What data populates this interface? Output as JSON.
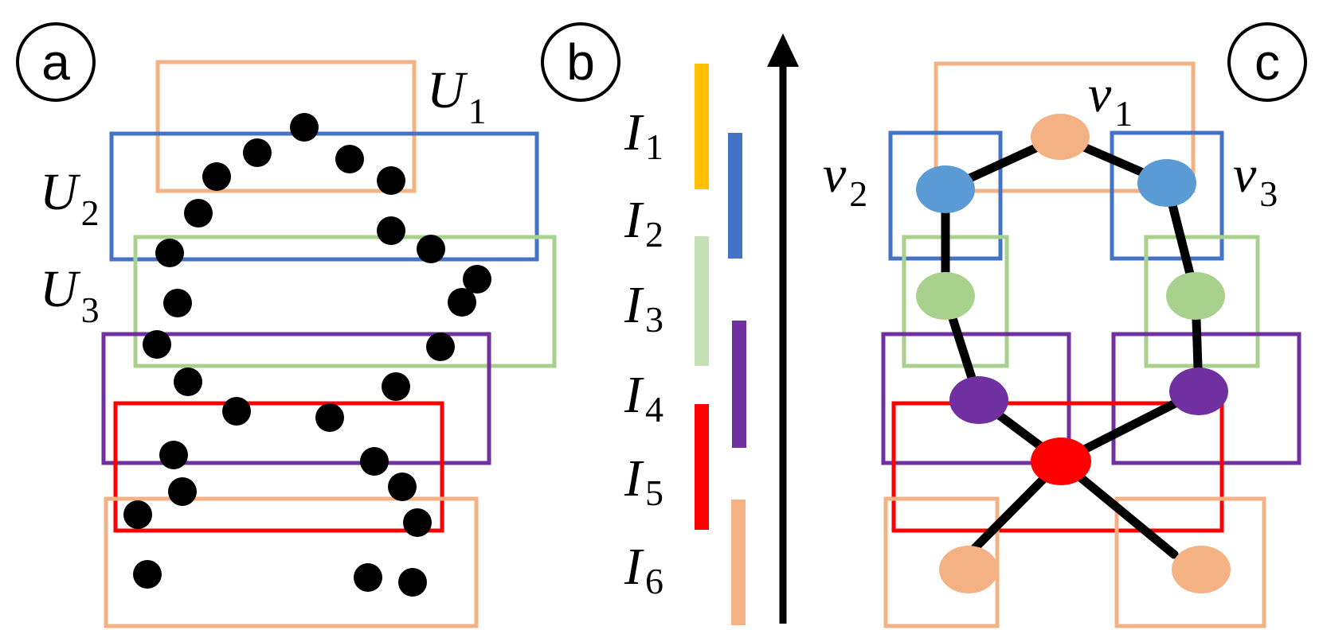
{
  "panels": {
    "a": {
      "label": "a"
    },
    "b": {
      "label": "b"
    },
    "c": {
      "label": "c"
    }
  },
  "cover_sets": [
    {
      "name": "U",
      "sub": "1",
      "color": "#f2b283"
    },
    {
      "name": "U",
      "sub": "2",
      "color": "#4472c4"
    },
    {
      "name": "U",
      "sub": "3",
      "color": "#a9d18e"
    }
  ],
  "intervals": [
    {
      "name": "I",
      "sub": "1",
      "color": "#ffc000"
    },
    {
      "name": "I",
      "sub": "2",
      "color": "#4472c4"
    },
    {
      "name": "I",
      "sub": "3",
      "color": "#c5e0b4"
    },
    {
      "name": "I",
      "sub": "4",
      "color": "#7030a0"
    },
    {
      "name": "I",
      "sub": "5",
      "color": "#ff0000"
    },
    {
      "name": "I",
      "sub": "6",
      "color": "#f4b183"
    }
  ],
  "vertices": [
    {
      "name": "v",
      "sub": "1"
    },
    {
      "name": "v",
      "sub": "2"
    },
    {
      "name": "v",
      "sub": "3"
    }
  ],
  "colors": {
    "orange": "#f4b183",
    "blue": "#4472c4",
    "node_blue": "#5b9bd5",
    "green": "#a9d18e",
    "purple": "#7030a0",
    "red": "#ff0000",
    "black": "#000000"
  }
}
